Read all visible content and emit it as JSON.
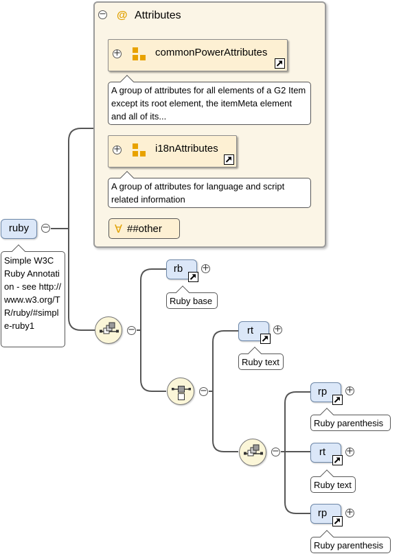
{
  "attributes": {
    "title": "Attributes",
    "groups": [
      {
        "label": "commonPowerAttributes",
        "note": "A group of attributes for all elements of a G2 Item except its root element, the itemMeta element and all of its..."
      },
      {
        "label": "i18nAttributes",
        "note": "A group of attributes for language and script related information"
      }
    ],
    "any": {
      "symbol": "∀",
      "label": "##other"
    }
  },
  "root": {
    "label": "ruby",
    "note": "Simple W3C Ruby Annotation - see http://www.w3.org/TR/ruby/#simple-ruby1"
  },
  "elements": {
    "rb": {
      "label": "rb",
      "note": "Ruby base"
    },
    "rt1": {
      "label": "rt",
      "note": "Ruby text"
    },
    "rp1": {
      "label": "rp",
      "note": "Ruby parenthesis"
    },
    "rt2": {
      "label": "rt",
      "note": "Ruby text"
    },
    "rp2": {
      "label": "rp",
      "note": "Ruby parenthesis"
    }
  },
  "symbols": {
    "expand": "+",
    "collapse": "−"
  },
  "colors": {
    "element_fill": "#dbe7f8",
    "attribute_panel": "#fbf5e6",
    "group_fill": "#fdf0d3",
    "compositor_fill": "#fbf6d8",
    "icon_accent": "#e8a200"
  }
}
